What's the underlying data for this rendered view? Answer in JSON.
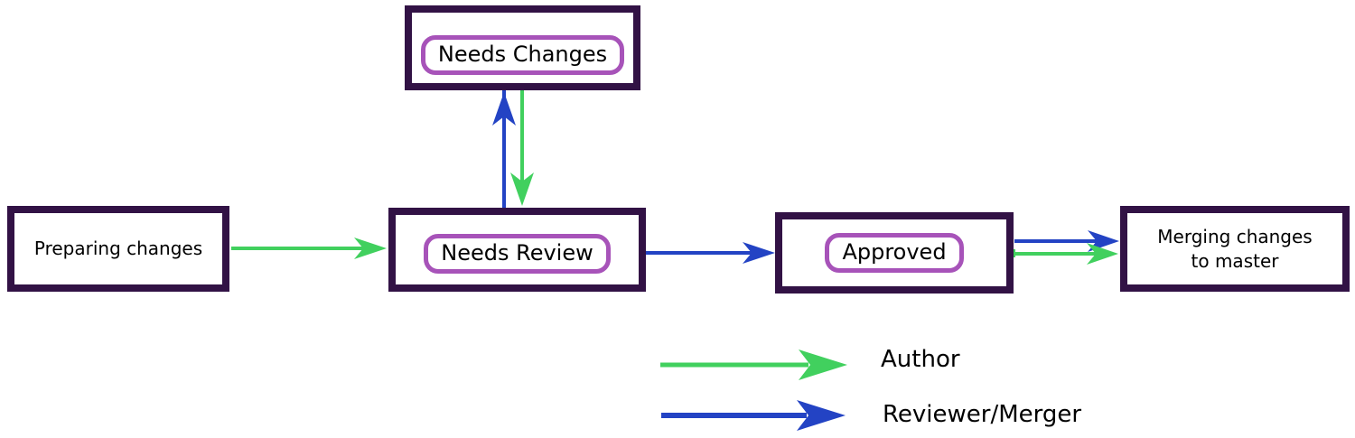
{
  "diagram": {
    "nodes": {
      "preparing": {
        "label": "Preparing changes"
      },
      "needs_changes": {
        "label": "Needs Changes"
      },
      "needs_review": {
        "label": "Needs Review"
      },
      "approved": {
        "label": "Approved"
      },
      "merging": {
        "label": "Merging changes\nto master"
      }
    },
    "edges": [
      {
        "from": "Preparing changes",
        "to": "Needs Review",
        "actor": "Author",
        "direction": "right"
      },
      {
        "from": "Needs Review",
        "to": "Needs Changes",
        "actor": "Reviewer/Merger",
        "direction": "up"
      },
      {
        "from": "Needs Changes",
        "to": "Needs Review",
        "actor": "Author",
        "direction": "down"
      },
      {
        "from": "Needs Review",
        "to": "Approved",
        "actor": "Reviewer/Merger",
        "direction": "right"
      },
      {
        "from": "Approved",
        "to": "Merging changes to master",
        "actor": "Reviewer/Merger",
        "direction": "right"
      },
      {
        "from": "Approved",
        "to": "Merging changes to master",
        "actor": "Author",
        "direction": "right"
      }
    ],
    "legend": {
      "author": {
        "label": "Author"
      },
      "reviewer": {
        "label": "Reviewer/Merger"
      }
    },
    "colors": {
      "author_green": "#41d05e",
      "reviewer_blue": "#2343c4",
      "box_border": "#321245",
      "badge_border": "#a753b9",
      "background": "#ffffff",
      "text": "#000000"
    }
  }
}
